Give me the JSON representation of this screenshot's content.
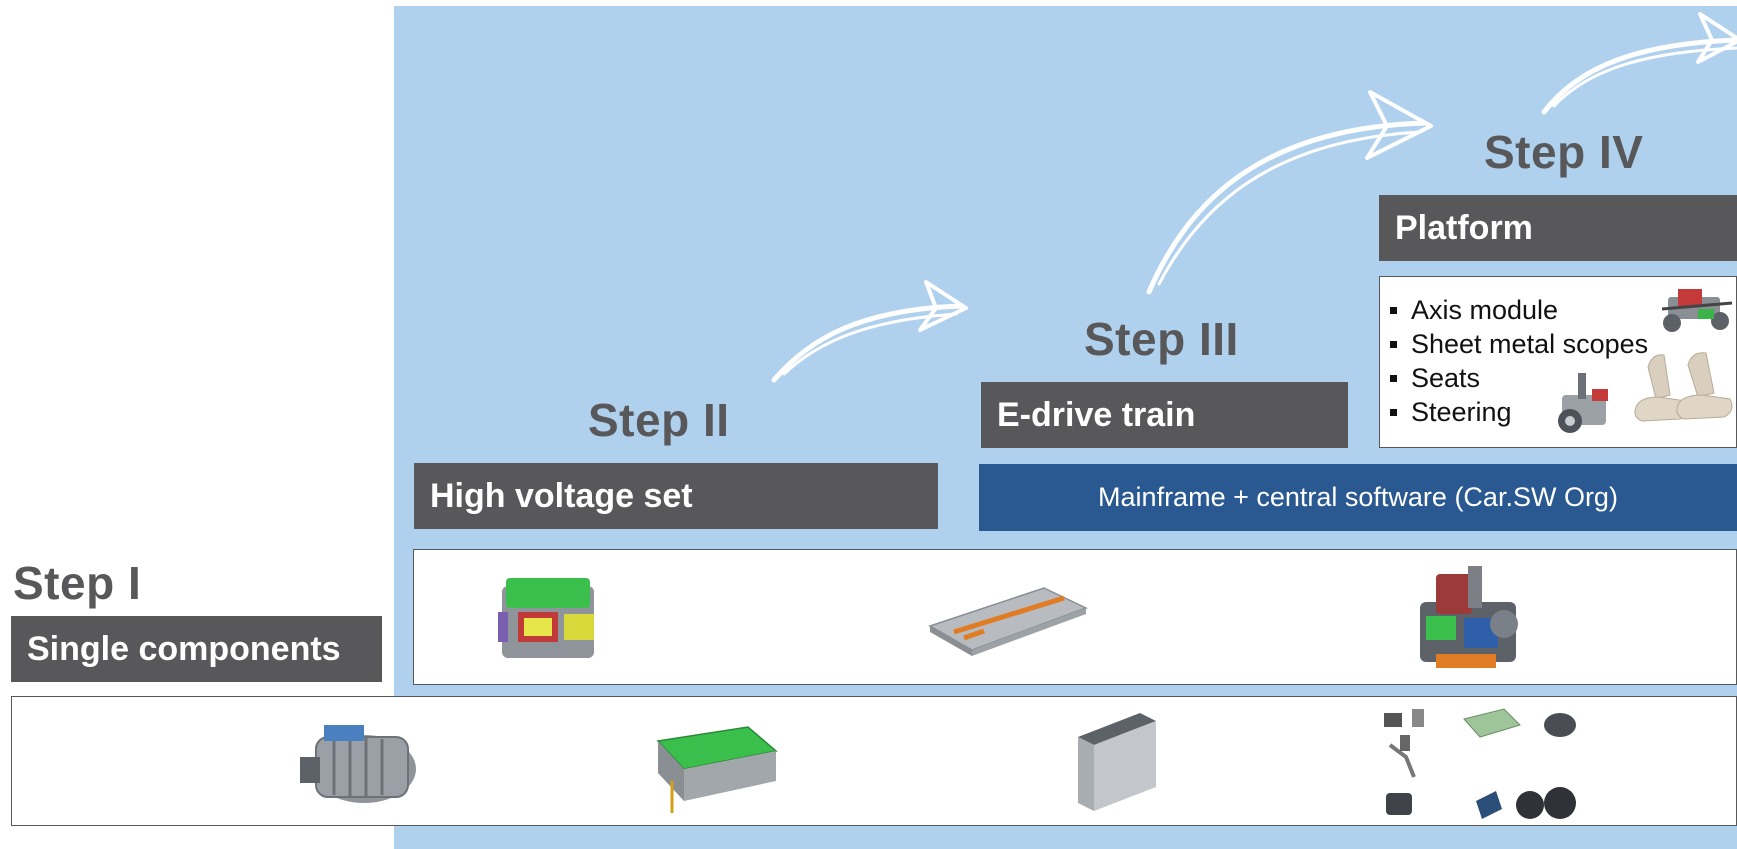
{
  "steps": {
    "step1": {
      "title": "Step I",
      "bar": "Single components"
    },
    "step2": {
      "title": "Step II",
      "bar": "High voltage set"
    },
    "step3": {
      "title": "Step III",
      "bar": "E-drive train"
    },
    "step4": {
      "title": "Step IV",
      "bar": "Platform"
    }
  },
  "mainframe_label": "Mainframe + central software (Car.SW Org)",
  "platform_items": [
    "Axis module",
    "Sheet metal scopes",
    "Seats",
    "Steering"
  ],
  "colors": {
    "panel": "#b0d1ee",
    "dark_bar": "#58585a",
    "blue_bar": "#2a5891",
    "step_text": "#58585a"
  }
}
